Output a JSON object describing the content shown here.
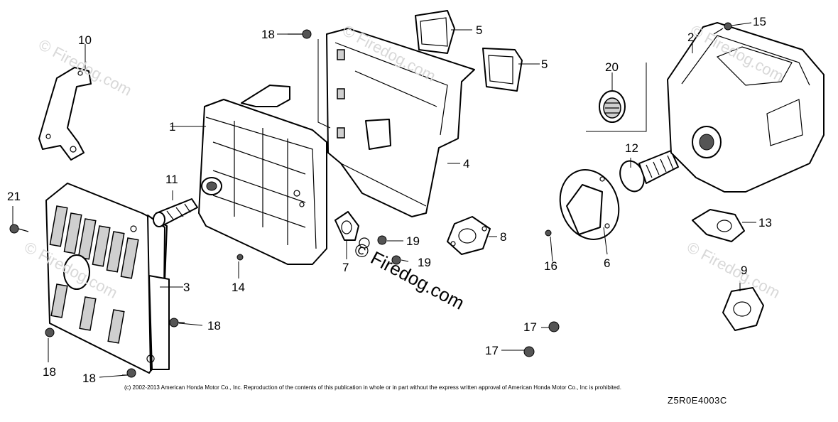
{
  "diagram": {
    "labels": {
      "p1": "1",
      "p2": "2",
      "p3": "3",
      "p4": "4",
      "p5a": "5",
      "p5b": "5",
      "p6": "6",
      "p7": "7",
      "p8": "8",
      "p9": "9",
      "p10": "10",
      "p11": "11",
      "p12": "12",
      "p13": "13",
      "p14": "14",
      "p15": "15",
      "p16": "16",
      "p17a": "17",
      "p17b": "17",
      "p18a": "18",
      "p18b": "18",
      "p18c": "18",
      "p18d": "18",
      "p19a": "19",
      "p19b": "19",
      "p20": "20",
      "p21": "21"
    },
    "watermark": "© Firedog.com",
    "watermark_center": "© Firedog.com",
    "copyright": "(c) 2002-2013 American Honda Motor Co., Inc. Reproduction of the contents of this publication in whole or in part without the express written approval of American Honda Motor Co., Inc is prohibited.",
    "diagram_code": "Z5R0E4003C"
  }
}
